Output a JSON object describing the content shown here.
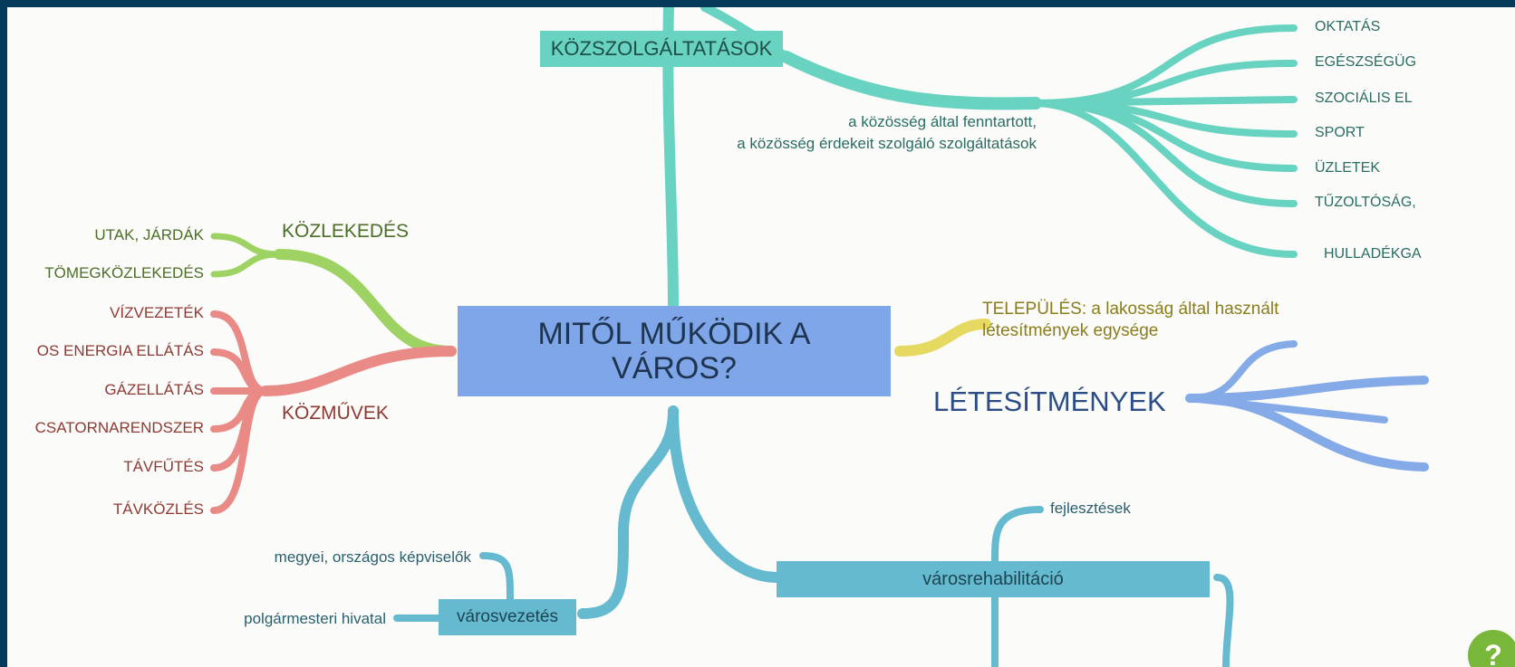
{
  "colors": {
    "teal": "#67d3c0",
    "green": "#9ed363",
    "red": "#e98a86",
    "yellow": "#e6d961",
    "blue": "#84aae8",
    "cyan": "#65bad0",
    "central": "#7ea6e8"
  },
  "central": {
    "title": "MITŐL MŰKÖDIK A VÁROS?"
  },
  "kozszolgaltatasok": {
    "label": "KÖZSZOLGÁLTATÁSOK",
    "description_line1": "a közösség által fenntartott,",
    "description_line2": "a közösség érdekeit szolgáló szolgáltatások",
    "items": [
      "OKTATÁS",
      "EGÉSZSÉGÜG",
      "SZOCIÁLIS EL",
      "SPORT",
      "ÜZLETEK",
      "TŰZOLTÓSÁG,",
      "HULLADÉKGA"
    ]
  },
  "kozlekedes": {
    "label": "KÖZLEKEDÉS",
    "items": [
      "UTAK, JÁRDÁK",
      "TÖMEGKÖZLEKEDÉS"
    ]
  },
  "kozmuvek": {
    "label": "KÖZMŰVEK",
    "items": [
      "VÍZVEZETÉK",
      "OS ENERGIA ELLÁTÁS",
      "GÁZELLÁTÁS",
      "CSATORNARENDSZER",
      "TÁVFŰTÉS",
      "TÁVKÖZLÉS"
    ]
  },
  "telepules": {
    "line1": "TELEPÜLÉS: a lakosság által használt",
    "line2": "létesítmények egysége"
  },
  "letesitmenyek": {
    "label": "LÉTESÍTMÉNYEK"
  },
  "varosrehabilitacio": {
    "label": "városrehabilitáció",
    "items": [
      "fejlesztések"
    ]
  },
  "varosvezetes": {
    "label": "városvezetés",
    "items": [
      "megyei, országos képviselők",
      "polgármesteri hivatal"
    ]
  },
  "help": {
    "label": "?"
  }
}
